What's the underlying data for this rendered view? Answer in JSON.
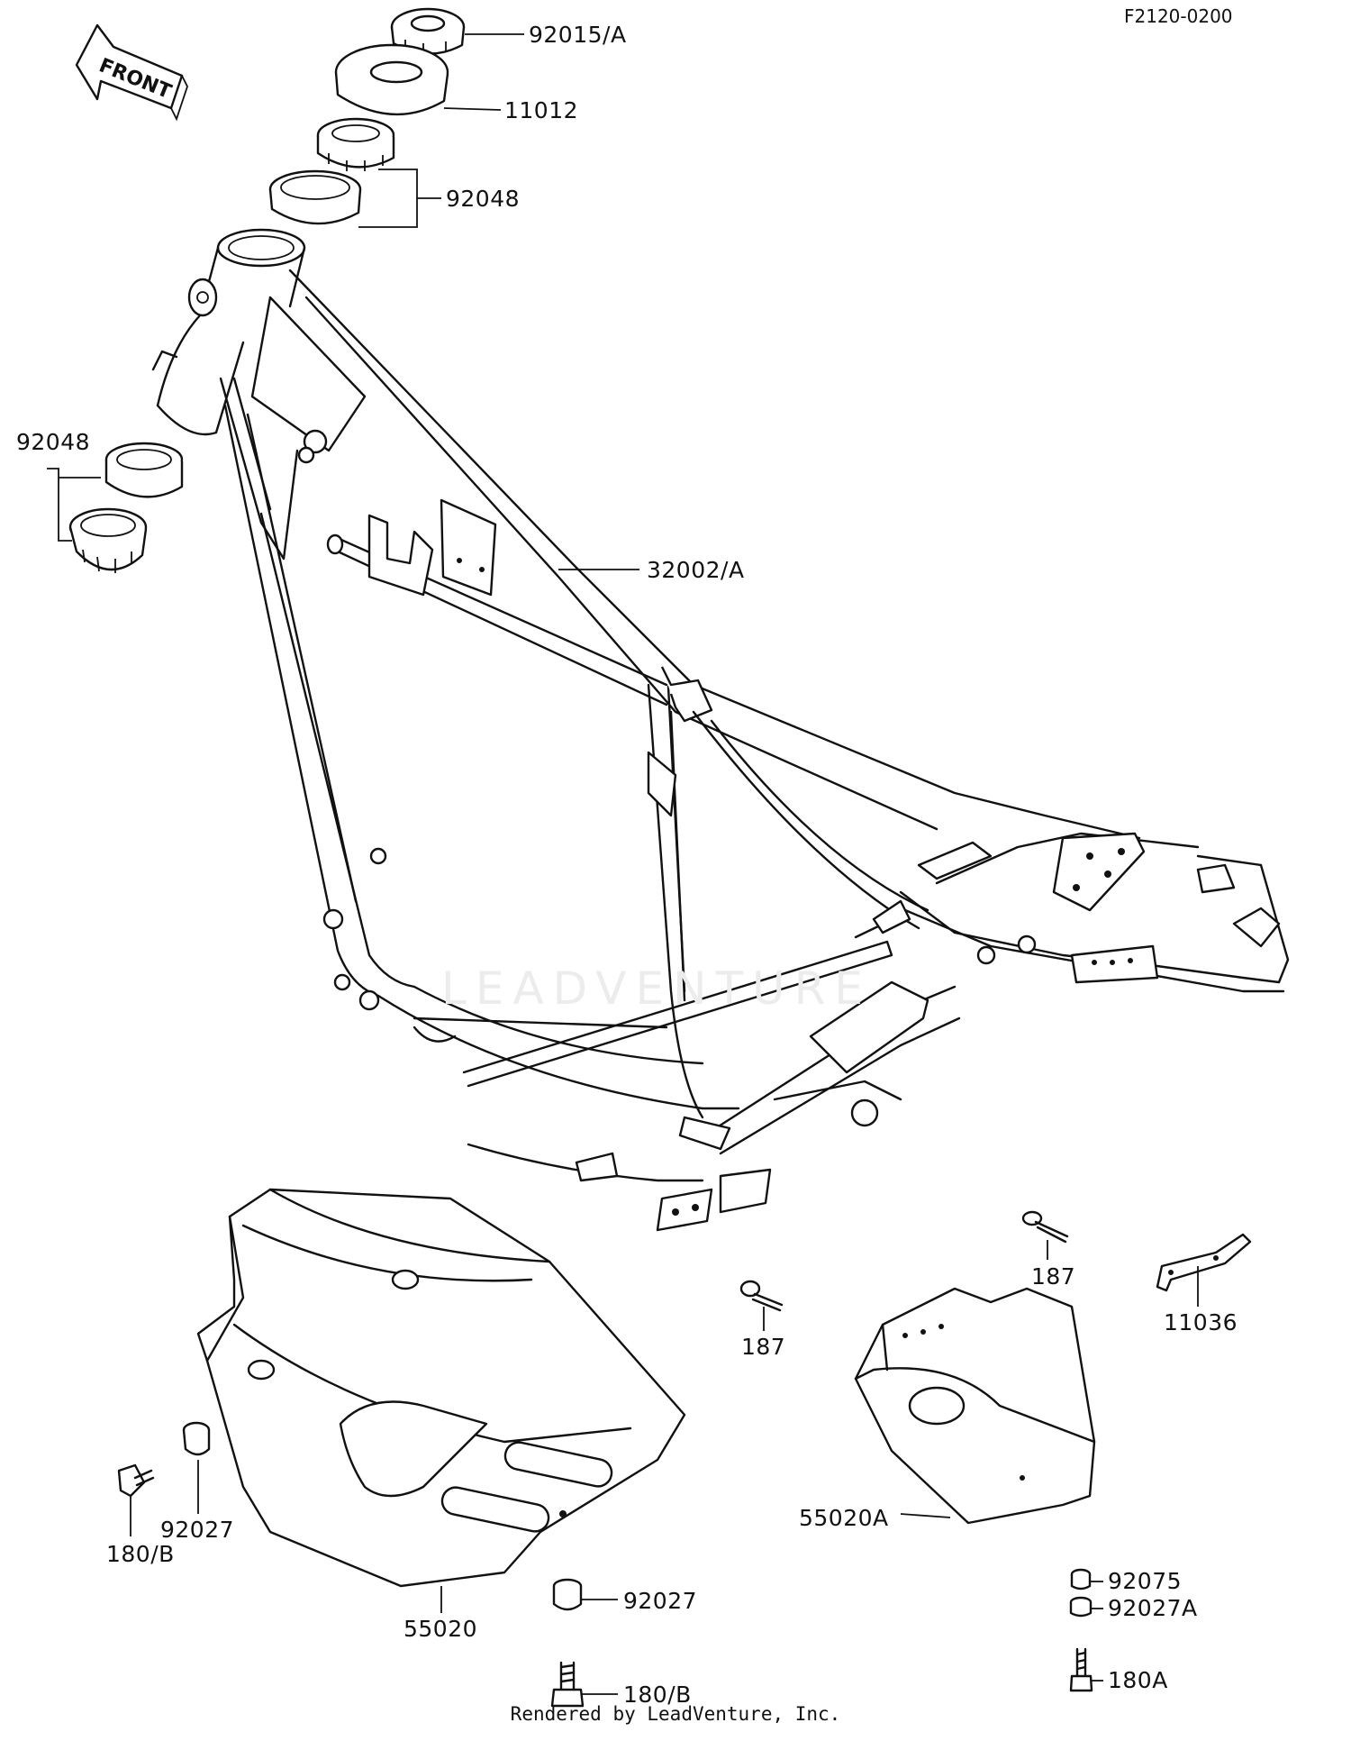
{
  "figure_code": "F2120-0200",
  "front_arrow": {
    "label": "FRONT",
    "icon": "front-arrow-icon"
  },
  "watermark": "LEADVENTURE",
  "footer": "Rendered by LeadVenture, Inc.",
  "callouts": {
    "steering_nut": "92015/A",
    "steering_cap": "11012",
    "upper_bearing": "92048",
    "lower_bearing": "92048",
    "frame": "32002/A",
    "bolt_upper_right": "187",
    "bolt_middle": "187",
    "bracket": "11036",
    "rear_skid_plate": "55020A",
    "collar_left": "92027",
    "bolt_left": "180/B",
    "front_skid_plate": "55020",
    "collar_bottom": "92027",
    "bolt_bottom": "180/B",
    "collar_a": "92075",
    "collar_b": "92027A",
    "bolt_a": "180A"
  }
}
